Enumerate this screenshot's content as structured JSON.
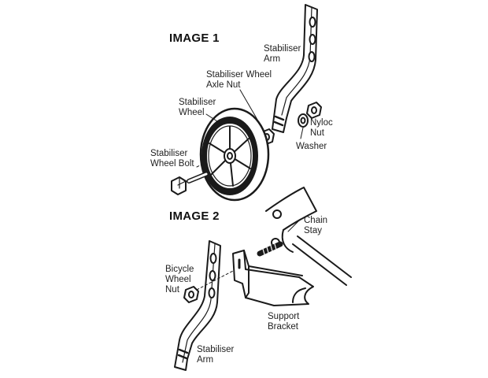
{
  "image1": {
    "heading": "IMAGE 1",
    "labels": {
      "stabiliser_arm": [
        "Stabiliser",
        "Arm"
      ],
      "axle_nut": [
        "Stabiliser Wheel",
        "Axle Nut"
      ],
      "stabiliser_wheel": [
        "Stabiliser",
        "Wheel"
      ],
      "nyloc_nut": [
        "Nyloc",
        "Nut"
      ],
      "washer": [
        "Washer"
      ],
      "wheel_bolt": [
        "Stabiliser",
        "Wheel Bolt"
      ]
    }
  },
  "image2": {
    "heading": "IMAGE 2",
    "labels": {
      "chain_stay": [
        "Chain",
        "Stay"
      ],
      "bicycle_wheel_nut": [
        "Bicycle",
        "Wheel",
        "Nut"
      ],
      "support_bracket": [
        "Support",
        "Bracket"
      ],
      "stabiliser_arm": [
        "Stabiliser",
        "Arm"
      ]
    }
  }
}
